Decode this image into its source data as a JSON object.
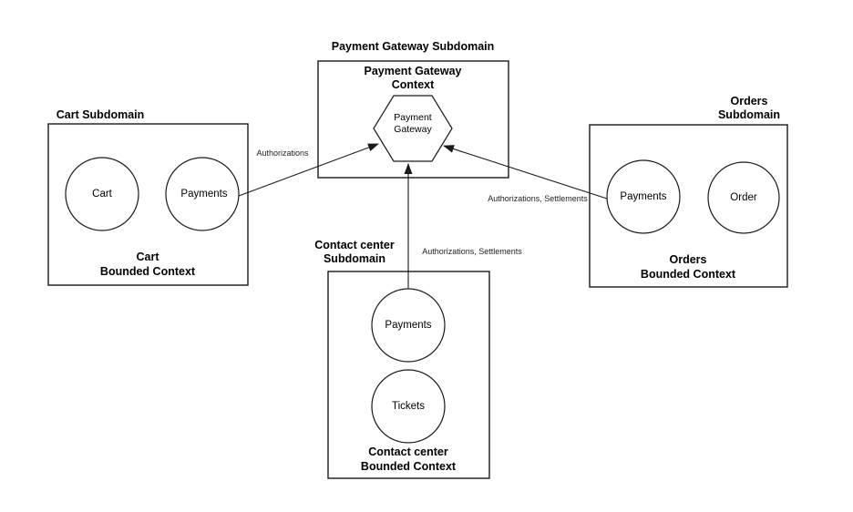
{
  "colors": {
    "background": "#ffffff",
    "line": "#1a1a1a",
    "text": "#000000"
  },
  "gateway": {
    "subdomain_title": "Payment Gateway Subdomain",
    "context_title_line1": "Payment Gateway",
    "context_title_line2": "Context",
    "hexagon_label_line1": "Payment",
    "hexagon_label_line2": "Gateway"
  },
  "cart": {
    "subdomain_title": "Cart Subdomain",
    "circles": {
      "cart": "Cart",
      "payments": "Payments"
    },
    "bounded_line1": "Cart",
    "bounded_line2": "Bounded Context"
  },
  "orders": {
    "subdomain_title_line1": "Orders",
    "subdomain_title_line2": "Subdomain",
    "circles": {
      "payments": "Payments",
      "order": "Order"
    },
    "bounded_line1": "Orders",
    "bounded_line2": "Bounded Context"
  },
  "contact_center": {
    "subdomain_title_line1": "Contact center",
    "subdomain_title_line2": "Subdomain",
    "circles": {
      "payments": "Payments",
      "tickets": "Tickets"
    },
    "bounded_line1": "Contact center",
    "bounded_line2": "Bounded Context"
  },
  "arrows": {
    "cart_to_gateway": {
      "label": "Authorizations",
      "from": "Cart Payments",
      "to": "Payment Gateway"
    },
    "orders_to_gateway": {
      "label": "Authorizations, Settlements",
      "from": "Orders Payments",
      "to": "Payment Gateway"
    },
    "contact_to_gateway": {
      "label": "Authorizations, Settlements",
      "from": "Contact center Payments",
      "to": "Payment Gateway"
    }
  }
}
